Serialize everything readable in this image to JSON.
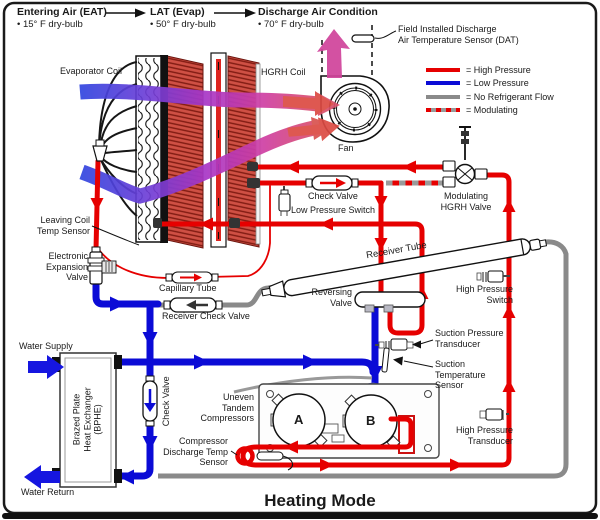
{
  "header": {
    "items": [
      {
        "title": "Entering Air (EAT)",
        "value": "•  15° F dry-bulb"
      },
      {
        "title": "LAT (Evap)",
        "value": "•  50° F dry-bulb"
      },
      {
        "title": "Discharge Air Condition",
        "value": "•  70° F dry-bulb"
      }
    ]
  },
  "dat_label": {
    "line1": "Field Installed Discharge",
    "line2": "Air Temperature Sensor (DAT)"
  },
  "legend": {
    "items": [
      {
        "label": "= High Pressure"
      },
      {
        "label": "= Low Pressure"
      },
      {
        "label": "= No Refrigerant Flow"
      },
      {
        "label": "= Modulating"
      }
    ]
  },
  "labels": {
    "evaporator_coil": "Evaporator Coil",
    "hgrh_coil": "HGRH Coil",
    "fan": "Fan",
    "check_valve": "Check Valve",
    "low_pressure_switch": "Low Pressure Switch",
    "modulating_hgrh_valve": [
      "Modulating",
      "HGRH Valve"
    ],
    "leaving_coil_temp_sensor": [
      "Leaving Coil",
      "Temp Sensor"
    ],
    "electronic_expansion_valve": [
      "Electronic",
      "Expansion",
      "Valve"
    ],
    "capillary_tube": "Capillary Tube",
    "receiver_check_valve": "Receiver Check Valve",
    "receiver_tube": "Receiver Tube",
    "reversing_valve": [
      "Reversing",
      "Valve"
    ],
    "high_pressure_switch": [
      "High Pressure",
      "Switch"
    ],
    "suction_pressure_transducer": [
      "Suction Pressure",
      "Transducer"
    ],
    "suction_temperature_sensor": [
      "Suction",
      "Temperature",
      "Sensor"
    ],
    "water_supply": "Water Supply",
    "water_return": "Water Return",
    "bphe": [
      "Brazed Plate",
      "Heat Exchanger",
      "(BPHE)"
    ],
    "check_valve_vertical": "Check Valve",
    "uneven_tandem_compressors": [
      "Uneven",
      "Tandem",
      "Compressors"
    ],
    "compressor_discharge_temp_sensor": [
      "Compressor",
      "Discharge Temp",
      "Sensor"
    ],
    "high_pressure_transducer": [
      "High Pressure",
      "Transducer"
    ],
    "compressor_a": "A",
    "compressor_b": "B"
  },
  "title": "Heating Mode",
  "colors": {
    "high_pressure": "#e60000",
    "low_pressure": "#0b0bd6",
    "no_refrigerant_flow": "#8a8a8a",
    "modulating_alt": "#999999",
    "discharge_air_arrow": "#d0439b"
  }
}
